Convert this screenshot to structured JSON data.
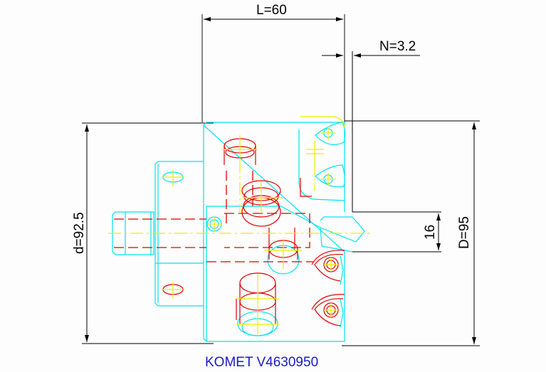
{
  "drawing": {
    "title": "KOMET V4630950",
    "dimensions": {
      "L": "L=60",
      "N": "N=3.2",
      "d": "d=92.5",
      "D": "D=95",
      "depth": "16"
    },
    "colors": {
      "outline": "#00e5ee",
      "hidden": "#e00000",
      "centerline": "#eeee00",
      "dimension": "#000000",
      "caption": "#1a1acc",
      "background": "#fdfdfd"
    }
  }
}
